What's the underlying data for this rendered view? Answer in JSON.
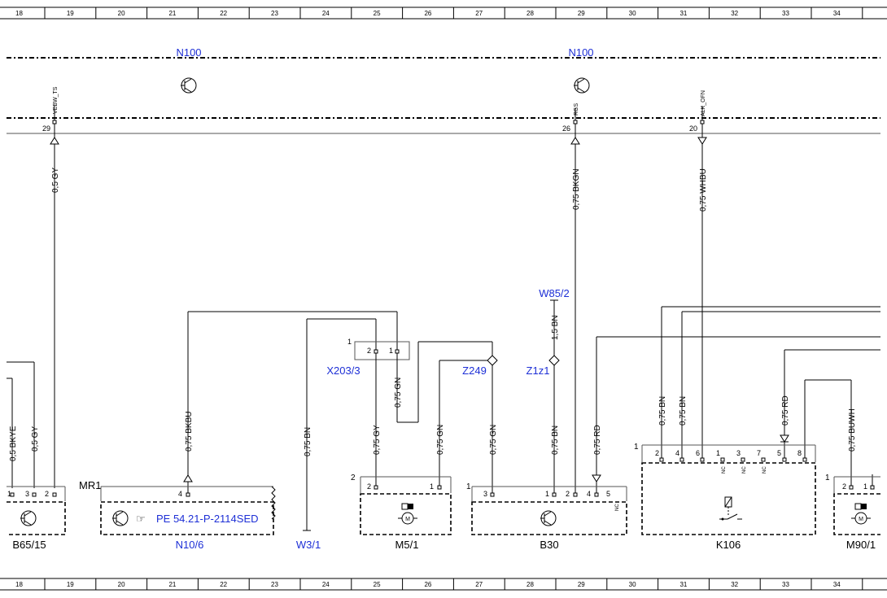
{
  "ruler": [
    "18",
    "19",
    "20",
    "21",
    "22",
    "23",
    "24",
    "25",
    "26",
    "27",
    "28",
    "29",
    "30",
    "31",
    "32",
    "33",
    "34"
  ],
  "connectors": {
    "n100_left": "N100",
    "n100_right": "N100"
  },
  "signals": {
    "vebw_ts": "VEBW_TS",
    "rgs": "RGS",
    "alk_ofn": "ALK_OFN"
  },
  "pins_top": {
    "p29": "29",
    "p26": "26",
    "p20": "20"
  },
  "wires": {
    "w_05gy_top": "0,5 GY",
    "w_075bkgn": "0,75 BKGN",
    "w_075whbu": "0,75 WHBU",
    "w_15bn": "1,5 BN",
    "w_05bkye": "0,5 BKYE",
    "w_05gy": "0,5 GY",
    "w_075bkbu": "0,75 BKBU",
    "w_075bn_w3": "0,75 BN",
    "w_075gn_x203": "0,75 GN",
    "w_075gy": "0,75 GY",
    "w_075gn_m51": "0,75 GN",
    "w_075gn_z249": "0,75 GN",
    "w_075bn_b30": "0,75 BN",
    "w_075rd_b30": "0,75 RD",
    "w_075bn_k1": "0,75 BN",
    "w_075bn_k2": "0,75 BN",
    "w_075rd_k106": "0,75 RD",
    "w_075buwh": "0,75 BUWH"
  },
  "labels": {
    "w85_2": "W85/2",
    "x203_3": "X203/3",
    "z249": "Z249",
    "z1z1": "Z1z1",
    "n10_6": "N10/6",
    "w3_1": "W3/1",
    "m5_1": "M5/1",
    "b30": "B30",
    "k106": "K106",
    "m90_1": "M90/1",
    "b65_15": "B65/15",
    "mr1": "MR1",
    "pe_ref": "PE 54.21-P-2114SED"
  },
  "pin_numbers": {
    "x203_pin1_label": "1",
    "x203_p2": "2",
    "x203_p1": "1",
    "b65_p1": "1",
    "b65_p3": "3",
    "b65_p2": "2",
    "n10_p4": "4",
    "m51_hdr": "2",
    "m51_p2": "2",
    "m51_p1": "1",
    "b30_hdr": "1",
    "b30_p3": "3",
    "b30_p1": "1",
    "b30_p2": "2",
    "b30_p4": "4",
    "b30_p5": "5",
    "k106_hdr": "1",
    "k106_p2": "2",
    "k106_p4": "4",
    "k106_p6": "6",
    "k106_p1": "1",
    "k106_p3": "3",
    "k106_p7": "7",
    "k106_p5": "5",
    "k106_p8": "8",
    "m90_hdr": "1",
    "m90_p2": "2",
    "m90_p1": "1"
  },
  "nc": "NC"
}
